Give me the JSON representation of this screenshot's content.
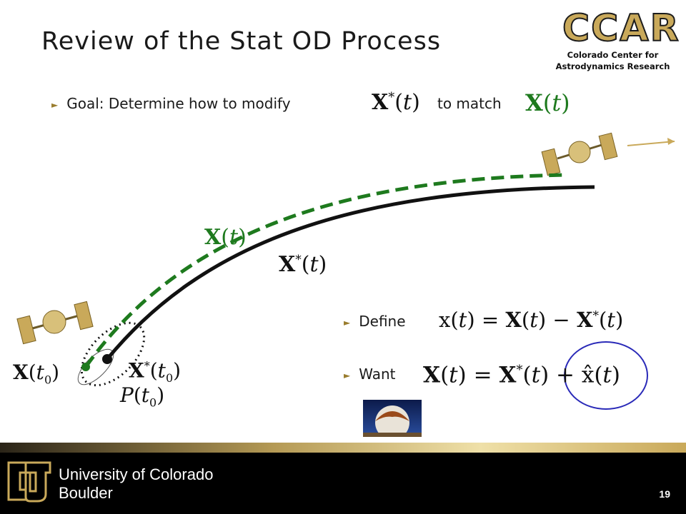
{
  "slide": {
    "title": "Review of the Stat OD Process",
    "logo": {
      "name": "CCAR",
      "line1": "Colorado Center for",
      "line2": "Astrodynamics Research"
    },
    "goal": {
      "prefix": "Goal:  Determine how to modify",
      "middle": "to match",
      "ref_symbol": "X*(t)",
      "true_symbol": "X(t)"
    },
    "define": {
      "label": "Define",
      "equation": "x(t) = X(t) − X*(t)"
    },
    "want": {
      "label": "Want",
      "equation": "X(t) = X*(t) + x̂(t)"
    },
    "diagram_labels": {
      "true_traj": "X(t)",
      "ref_traj": "X*(t)",
      "true_init": "X(t0)",
      "ref_init": "X*(t0)",
      "covariance": "P(t0)"
    },
    "colors": {
      "true_traj": "#1e7a1e",
      "ref_traj": "#000000",
      "circle": "#2a2ab8",
      "gold": "#c9a95a"
    }
  },
  "footer": {
    "university_line1": "University of Colorado",
    "university_line2": "Boulder",
    "page_number": "19"
  }
}
